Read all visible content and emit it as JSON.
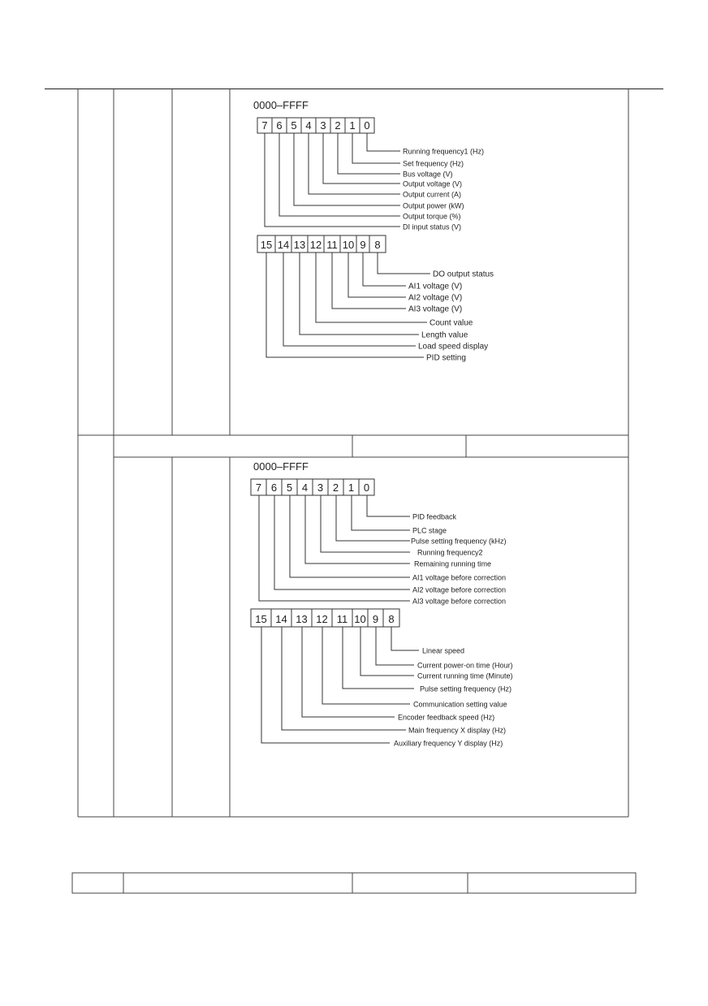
{
  "diagram1": {
    "range": "0000–FFFF",
    "low_bits": [
      "7",
      "6",
      "5",
      "4",
      "3",
      "2",
      "1",
      "0"
    ],
    "low_labels": [
      "Running frequency1 (Hz)",
      "Set frequency (Hz)",
      "Bus voltage (V)",
      "Output voltage (V)",
      "Output current (A)",
      "Output power (kW)",
      "Output torque (%)",
      "DI input status (V)"
    ],
    "high_bits": [
      "15",
      "14",
      "13",
      "12",
      "11",
      "10",
      "9",
      "8"
    ],
    "high_labels": [
      "DO output status",
      "AI1 voltage (V)",
      "AI2 voltage (V)",
      "AI3 voltage (V)",
      "Count value",
      "Length value",
      "Load speed display",
      "PID setting"
    ]
  },
  "diagram2": {
    "range": "0000–FFFF",
    "low_bits": [
      "7",
      "6",
      "5",
      "4",
      "3",
      "2",
      "1",
      "0"
    ],
    "low_labels": [
      "PID feedback",
      "PLC stage",
      "Pulse setting frequency (kHz)",
      "Running frequency2",
      "Remaining running time",
      "AI1 voltage before correction",
      "AI2 voltage before correction",
      "AI3 voltage before correction"
    ],
    "high_bits": [
      "15",
      "14",
      "13",
      "12",
      "11",
      "10",
      "9",
      "8"
    ],
    "high_labels": [
      "Linear speed",
      "Current power-on time (Hour)",
      "Current running time (Minute)",
      "Pulse setting frequency (Hz)",
      "Communication setting value",
      "Encoder feedback speed (Hz)",
      "Main frequency X display (Hz)",
      "Auxiliary  frequency Y display (Hz)"
    ]
  }
}
